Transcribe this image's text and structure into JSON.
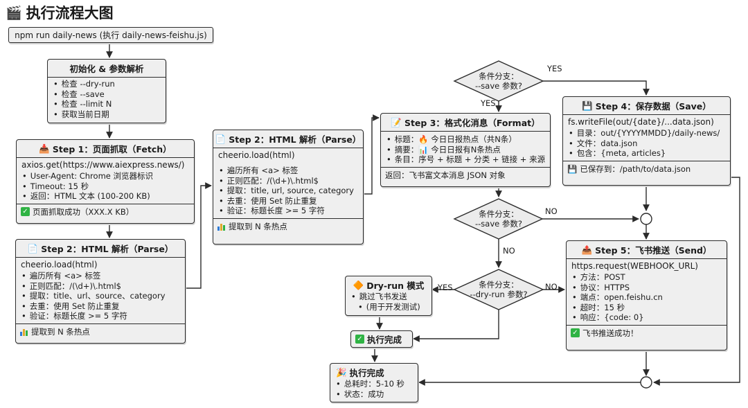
{
  "title": {
    "icon": "🎬",
    "text": "执行流程大图"
  },
  "start_cmd": "npm run daily-news (执行 daily-news-feishu.js)",
  "init": {
    "title": "初始化 & 参数解析",
    "items": [
      "检查 --dry-run",
      "检查 --save",
      "检查 --limit N",
      "获取当前日期"
    ]
  },
  "fetch": {
    "icon": "📥",
    "title": "Step 1：页面抓取（Fetch）",
    "code": "axios.get(https://www.aiexpress.news/)",
    "items": [
      "User-Agent: Chrome 浏览器标识",
      "Timeout: 15 秒",
      "返回：HTML 文本 (100-200 KB)"
    ],
    "footer": "页面抓取成功（XXX.X KB）"
  },
  "parse_left": {
    "icon": "📄",
    "title": "Step 2：HTML 解析（Parse）",
    "code": "cheerio.load(html)",
    "items": [
      "遍历所有 <a> 标签",
      "正则匹配：/(\\d+)\\.html$",
      "提取：title、url、source、category",
      "去重：使用 Set 防止重复",
      "验证：标题长度 >= 5 字符"
    ],
    "footer": "提取到 N 条热点"
  },
  "parse_mid": {
    "icon": "📄",
    "title": "Step 2：HTML 解析（Parse）",
    "code": "cheerio.load(html)",
    "items": [
      "遍历所有 <a> 标签",
      "正则匹配：/(\\d+)\\.html$",
      "提取：title, url, source, category",
      "去重：使用 Set 防止重复",
      "验证：标题长度 >= 5 字符"
    ],
    "footer": "提取到 N 条热点"
  },
  "format": {
    "icon": "📝",
    "title": "Step 3：格式化消息（Format）",
    "items": [
      "标题：🔥 今日日报热点（共N条）",
      "摘要：📊 今日日报有N条热点",
      "条目：序号 + 标题 + 分类 + 链接 + 来源"
    ],
    "footer": "返回：飞书富文本消息 JSON 对象"
  },
  "save": {
    "icon": "💾",
    "title": "Step 4：保存数据（Save）",
    "code": "fs.writeFile(out/{date}/...data.json)",
    "items": [
      "目录：out/{YYYYMMDD}/daily-news/",
      "文件：data.json",
      "包含：{meta, articles}"
    ],
    "footer_icon": "💾",
    "footer": "已保存到：/path/to/data.json"
  },
  "send": {
    "icon": "📤",
    "title": "Step 5：飞书推送（Send）",
    "code": "https.request(WEBHOOK_URL)",
    "items": [
      "方法：POST",
      "协议：HTTPS",
      "端点：open.feishu.cn",
      "超时：15 秒",
      "响应：{code: 0}"
    ],
    "footer": "飞书推送成功！"
  },
  "dryrun": {
    "icon": "🔶",
    "title": "Dry-run 模式",
    "items": [
      "跳过飞书发送",
      "(用于开发测试)"
    ]
  },
  "done_small": {
    "text": "执行完成"
  },
  "done_final": {
    "icon": "🎉",
    "title": "执行完成",
    "items": [
      "总耗时：5-10 秒",
      "状态：成功"
    ]
  },
  "decisions": {
    "save_top": [
      "条件分支：",
      "--save 参数?"
    ],
    "save_mid": [
      "条件分支：",
      "--save 参数?"
    ],
    "dry_run": [
      "条件分支：",
      "--dry-run 参数?"
    ]
  },
  "labels": {
    "yes": "YES",
    "no": "NO"
  }
}
